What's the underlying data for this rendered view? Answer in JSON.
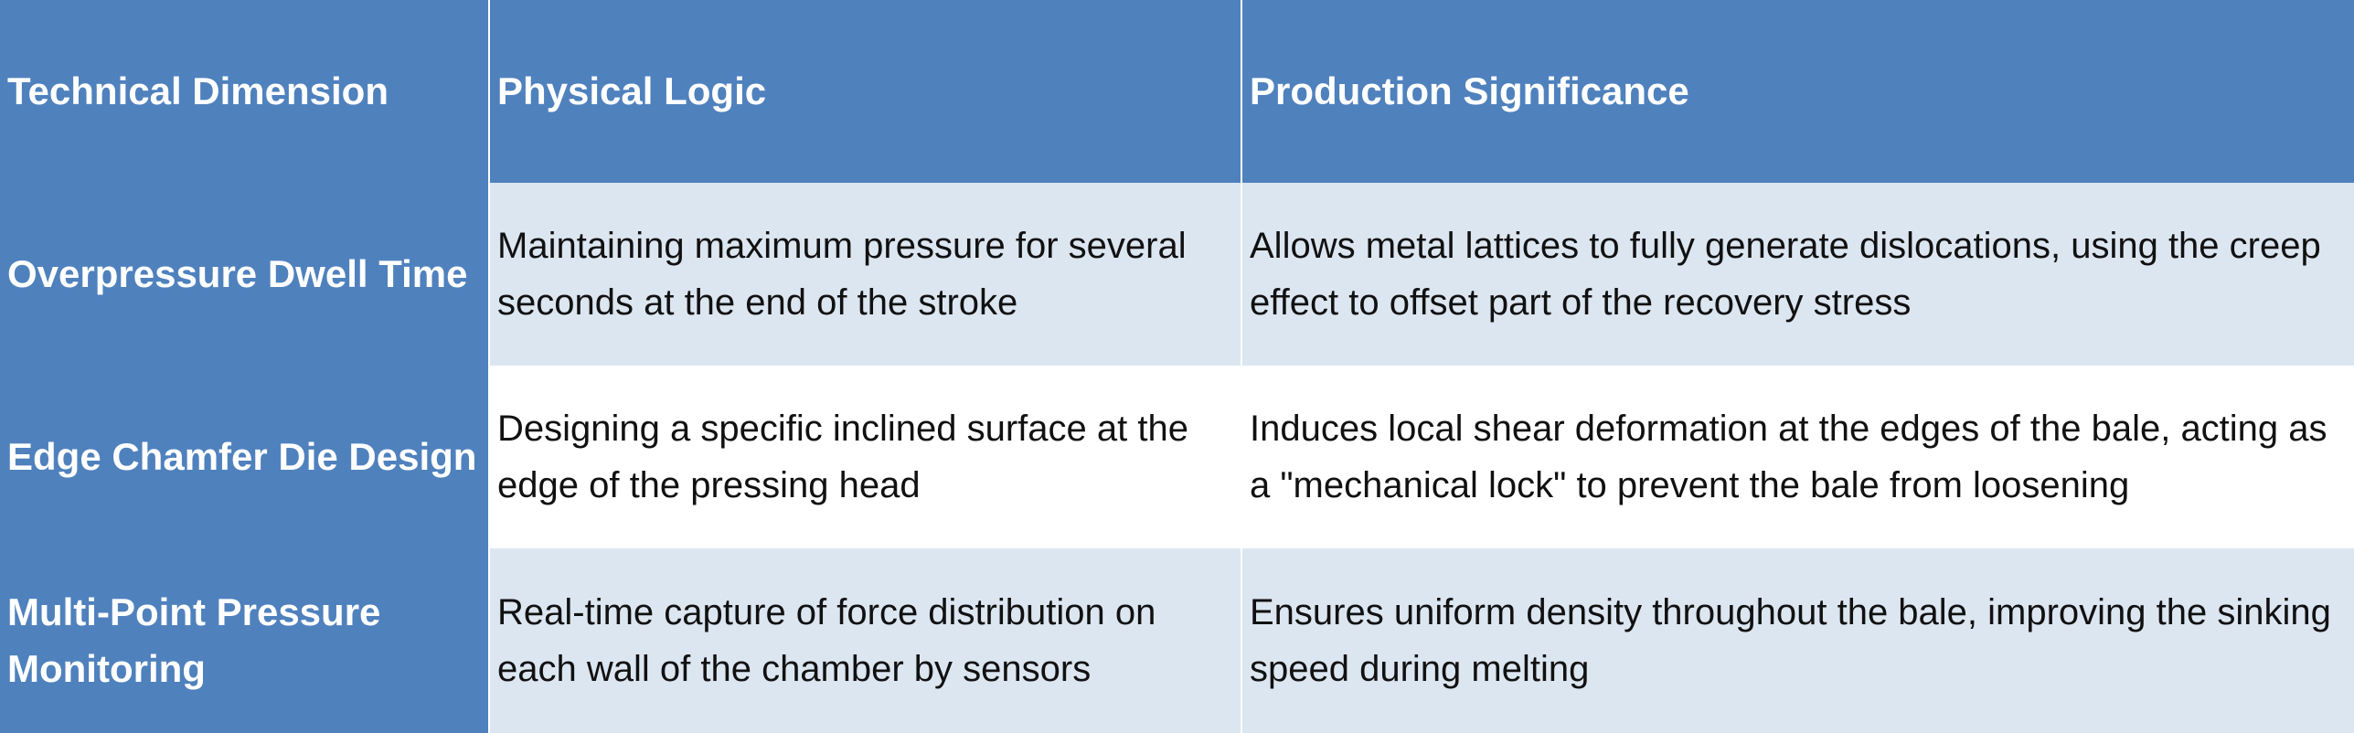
{
  "colors": {
    "header_bg": "#4f81bd",
    "row_shade": "#dce6f1",
    "row_plain": "#ffffff",
    "header_text": "#ffffff",
    "body_text": "#111111"
  },
  "table": {
    "headers": [
      "Technical Dimension",
      "Physical Logic",
      "Production Significance"
    ],
    "rows": [
      {
        "dimension": "Overpressure Dwell Time",
        "logic": "Maintaining maximum pressure for several seconds at the end of the stroke",
        "significance": "Allows metal lattices to fully generate dislocations, using the creep effect to offset part of the recovery stress"
      },
      {
        "dimension": "Edge Chamfer Die Design",
        "logic": "Designing a specific inclined surface at the edge of the pressing head",
        "significance": "Induces local shear deformation at the edges of the bale, acting as a \"mechanical lock\" to prevent the bale from loosening"
      },
      {
        "dimension": "Multi-Point Pressure Monitoring",
        "logic": "Real-time capture of force distribution on each wall of the chamber by sensors",
        "significance": "Ensures uniform density throughout the bale, improving the sinking speed during melting"
      }
    ]
  }
}
